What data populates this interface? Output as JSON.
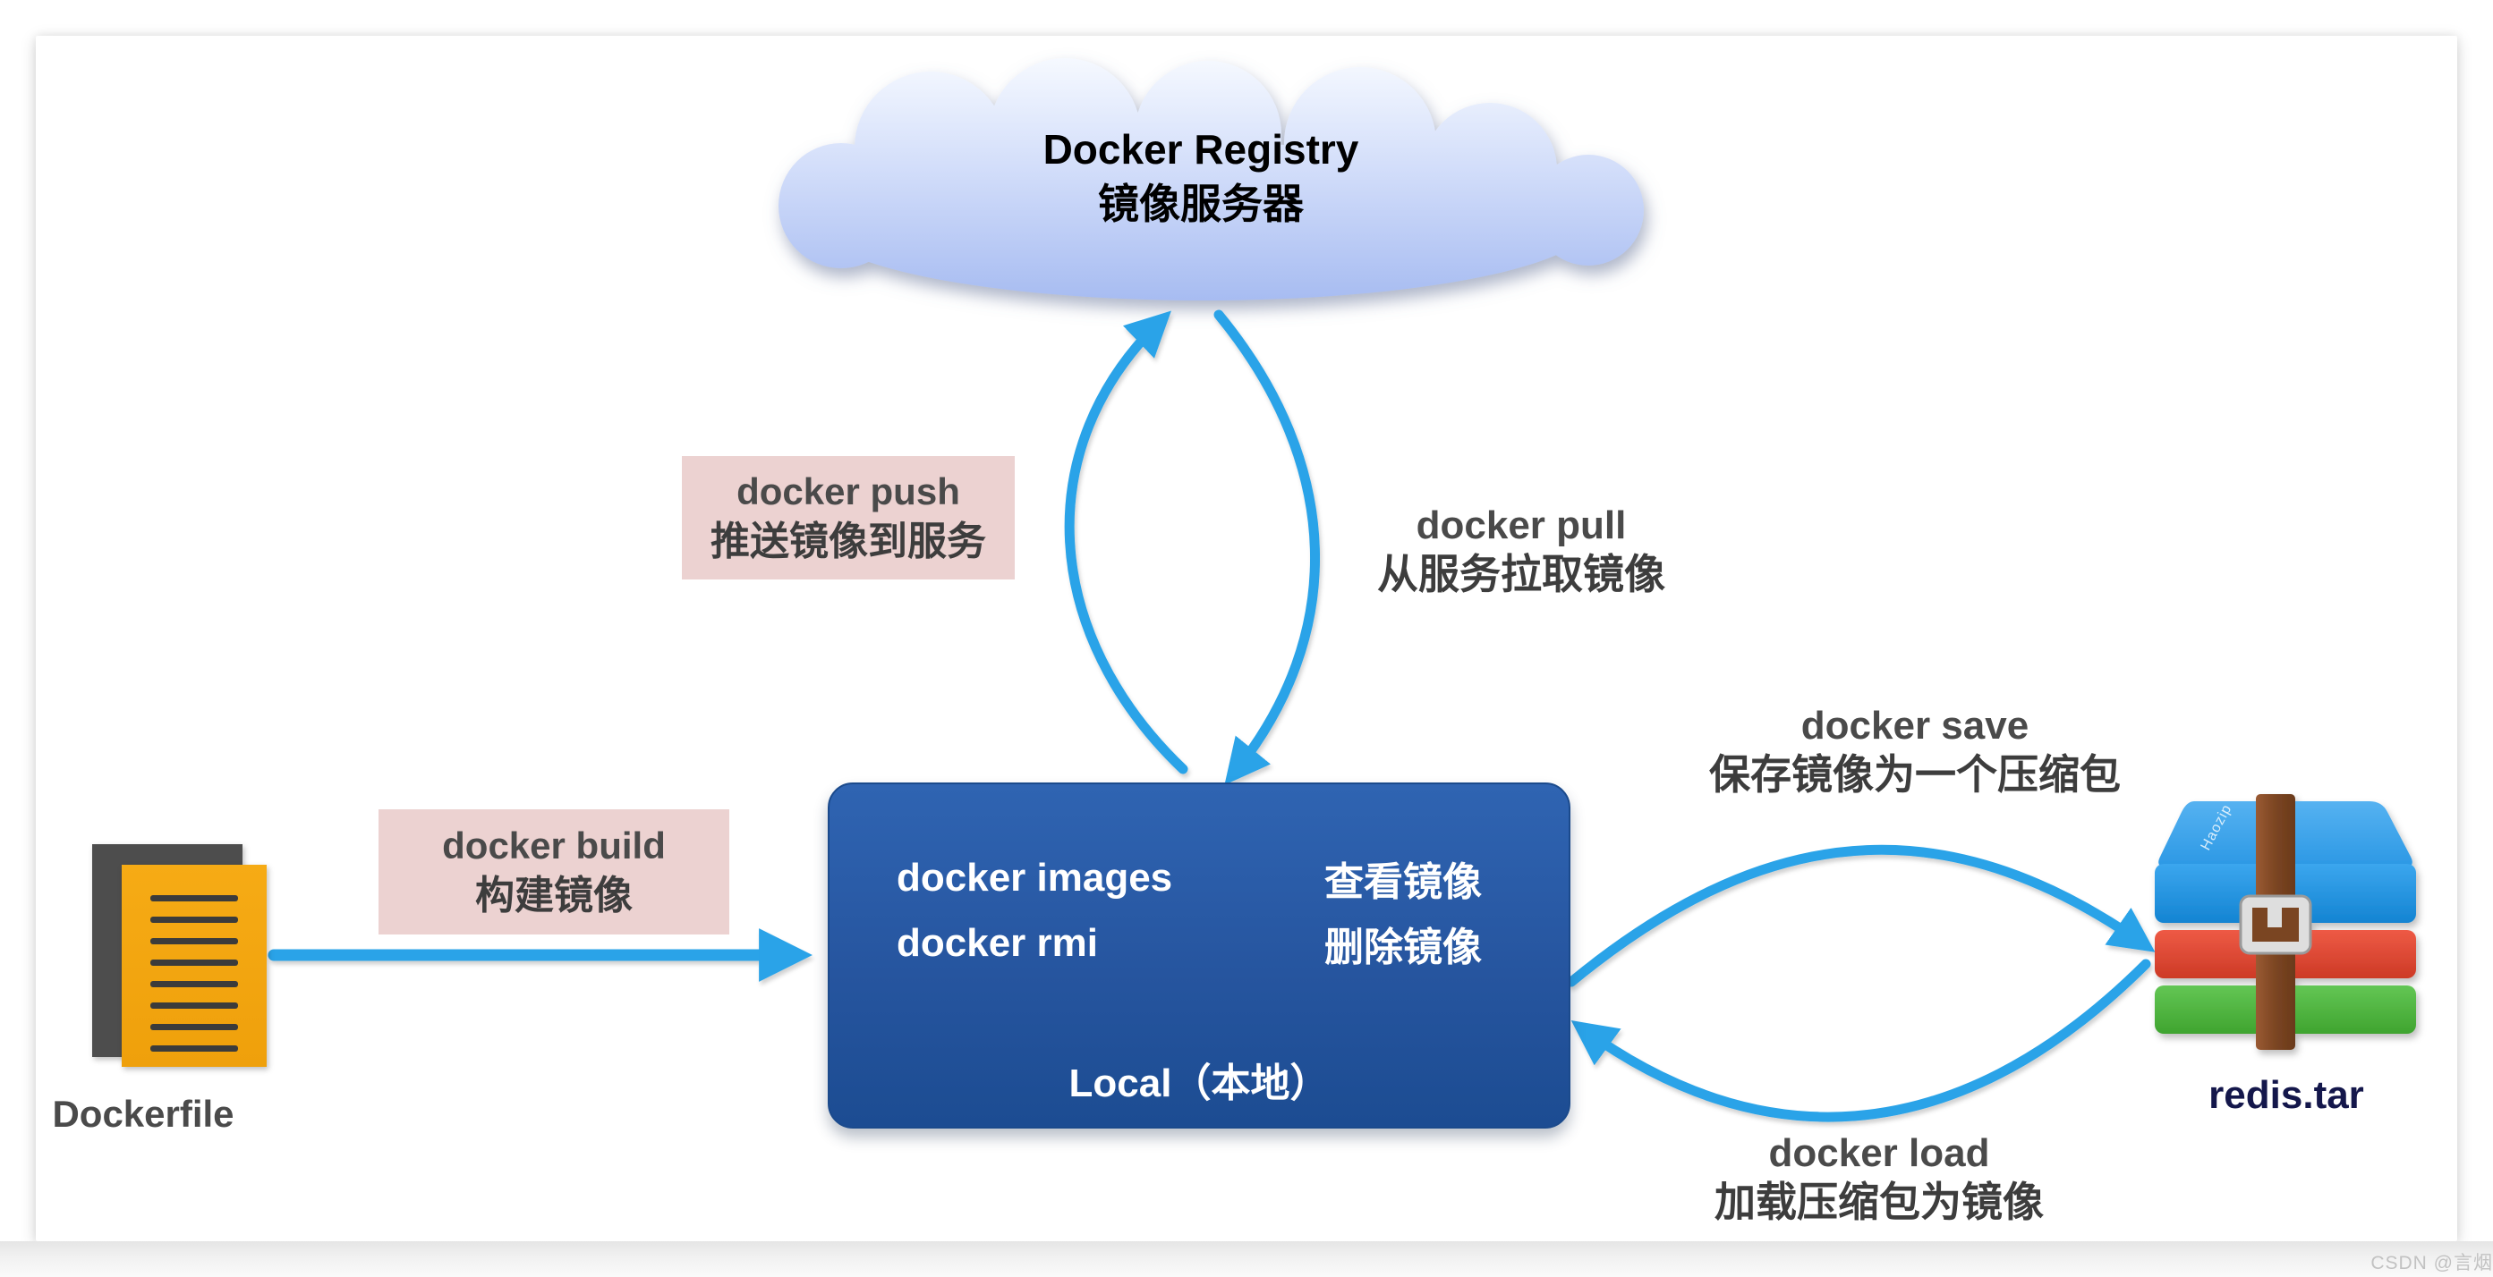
{
  "registry_cloud": {
    "title": "Docker Registry",
    "subtitle": "镜像服务器"
  },
  "local_box": {
    "rows": [
      {
        "cmd": "docker images",
        "desc": "查看镜像"
      },
      {
        "cmd": "docker rmi",
        "desc": "删除镜像"
      }
    ],
    "label": "Local（本地）"
  },
  "dockerfile": {
    "label": "Dockerfile"
  },
  "archive": {
    "label": "redis.tar",
    "spine_text": "Haozip"
  },
  "actions": {
    "push": {
      "cmd": "docker push",
      "desc": "推送镜像到服务"
    },
    "pull": {
      "cmd": "docker pull",
      "desc": "从服务拉取镜像"
    },
    "build": {
      "cmd": "docker build",
      "desc": "构建镜像"
    },
    "save": {
      "cmd": "docker save",
      "desc": "保存镜像为一个压缩包"
    },
    "load": {
      "cmd": "docker load",
      "desc": "加载压缩包为镜像"
    }
  },
  "page": {
    "watermark": "CSDN @言烟"
  },
  "colors": {
    "arrow_blue": "#29a3e8",
    "local_box_top": "#2f64b2",
    "local_box_bottom": "#1c4c92",
    "label_pink": "#ecd2d1",
    "cloud_top": "#f6f9ff",
    "cloud_bottom": "#a9bdf2",
    "dockerfile_orange": "#f3a712",
    "archive_blue": "#2196e3",
    "archive_red": "#e04a33",
    "archive_green": "#4db03d",
    "text_gray": "#4a4a4a"
  }
}
